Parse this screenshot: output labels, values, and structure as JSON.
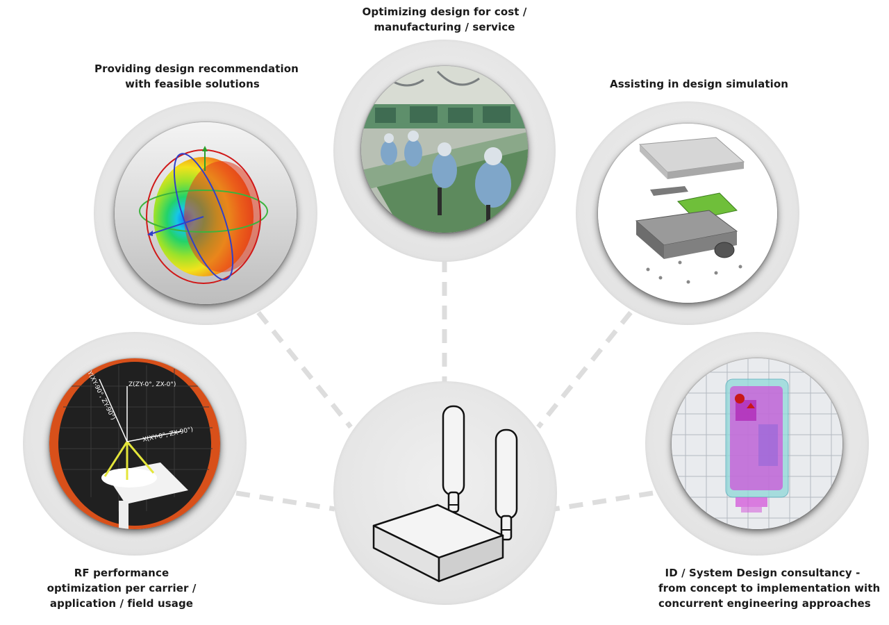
{
  "nodes": {
    "design_recommendation": {
      "label_lines": [
        "Providing design recommendation",
        "with feasible solutions"
      ],
      "icon": "antenna-radiation-pattern-3d"
    },
    "design_optimization": {
      "label_lines": [
        "Optimizing design for cost /",
        "manufacturing / service"
      ],
      "icon": "factory-assembly-line-photo"
    },
    "design_simulation": {
      "label_lines": [
        "Assisting in design simulation"
      ],
      "icon": "exploded-enclosure-assembly"
    },
    "rf_optimization": {
      "label_lines": [
        "RF performance",
        "optimization per carrier /",
        "application / field usage"
      ],
      "icon": "anechoic-chamber-test",
      "photo_axis_labels": [
        "Y(XY-90°, ZY-90°)",
        "Z(ZY-0°, ZX-0°)",
        "X(XY-0°, ZX-90°)"
      ]
    },
    "system_design": {
      "label_lines": [
        "ID / System Design consultancy -",
        "from concept to implementation with",
        "concurrent engineering approaches"
      ],
      "icon": "device-xray-simulation"
    },
    "center": {
      "icon": "wireless-router-icon"
    }
  },
  "colors": {
    "ring": "#e6e6e6",
    "connector": "#dddddd",
    "text": "#1a1a1a"
  }
}
